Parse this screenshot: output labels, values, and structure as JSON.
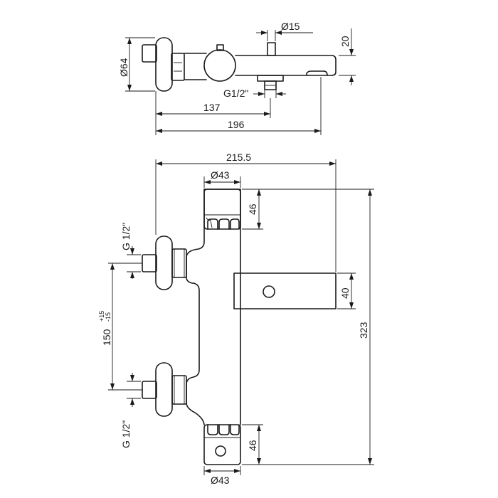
{
  "top_view": {
    "dia_outlet": "Ø15",
    "height_outlet": "20",
    "dia_handle": "Ø64",
    "thread": "G1/2\"",
    "len_137": "137",
    "len_196": "196"
  },
  "front_view": {
    "width_total": "215.5",
    "dia_top_knob": "Ø43",
    "height_top_knob": "46",
    "thread_upper": "G 1/2\"",
    "centers": "150",
    "tol_plus": "+15",
    "tol_minus": "-15",
    "spout_height": "40",
    "height_total": "323",
    "thread_lower": "G 1/2\"",
    "height_bottom_knob": "46",
    "dia_bottom_knob": "Ø43"
  }
}
